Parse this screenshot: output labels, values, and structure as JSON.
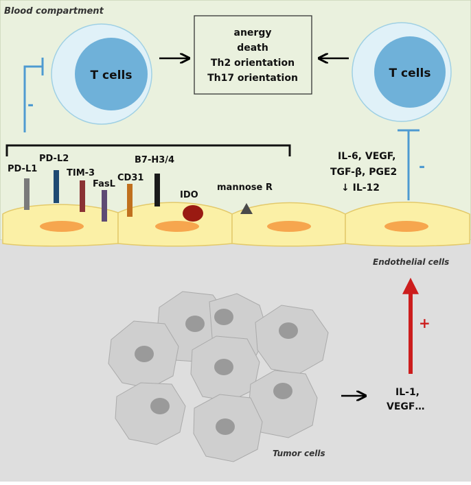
{
  "compartments": {
    "blood": "Blood compartment",
    "endothelial": "Endothelial cells",
    "tumor": "Tumor cells"
  },
  "t_cells": {
    "left_label": "T cells",
    "right_label": "T cells"
  },
  "outcomes": [
    "anergy",
    "death",
    "Th2 orientation",
    "Th17 orientation"
  ],
  "molecules": {
    "pdl1": "PD-L1",
    "pdl2": "PD-L2",
    "tim3": "TIM-3",
    "fasl": "FasL",
    "cd31": "CD31",
    "b7h34": "B7-H3/4",
    "ido": "IDO",
    "mannose": "mannose R"
  },
  "cytokines_endothelial": [
    "IL-6, VEGF,",
    "TGF-β, PGE2",
    "↓ IL-12"
  ],
  "tumor_factors": [
    "IL-1,",
    "VEGF…"
  ],
  "signs": {
    "left_inhibit": "-",
    "right_inhibit": "-",
    "promote": "+"
  },
  "colors": {
    "blood_bg": "#eaf1de",
    "tissue_bg": "#dedede",
    "endothelial_fill": "#fbf0a6",
    "nucleus_fill": "#f6a64e",
    "tcell_outer": "#e0f1f8",
    "tcell_inner": "#6fb1d9",
    "inhibit_line": "#4e9ad1",
    "promote_arrow": "#cc1d1d",
    "tumor_fill": "#cfcfcf",
    "tumor_nucleus": "#9a9a9a",
    "pdl1": "#7a7a7a",
    "pdl2": "#1e4a72",
    "tim3": "#8a3234",
    "fasl": "#5e4a74",
    "cd31": "#c0701e",
    "b7h34": "#1a1a1a",
    "ido": "#9a1a12",
    "mannose": "#4a4a4a"
  }
}
